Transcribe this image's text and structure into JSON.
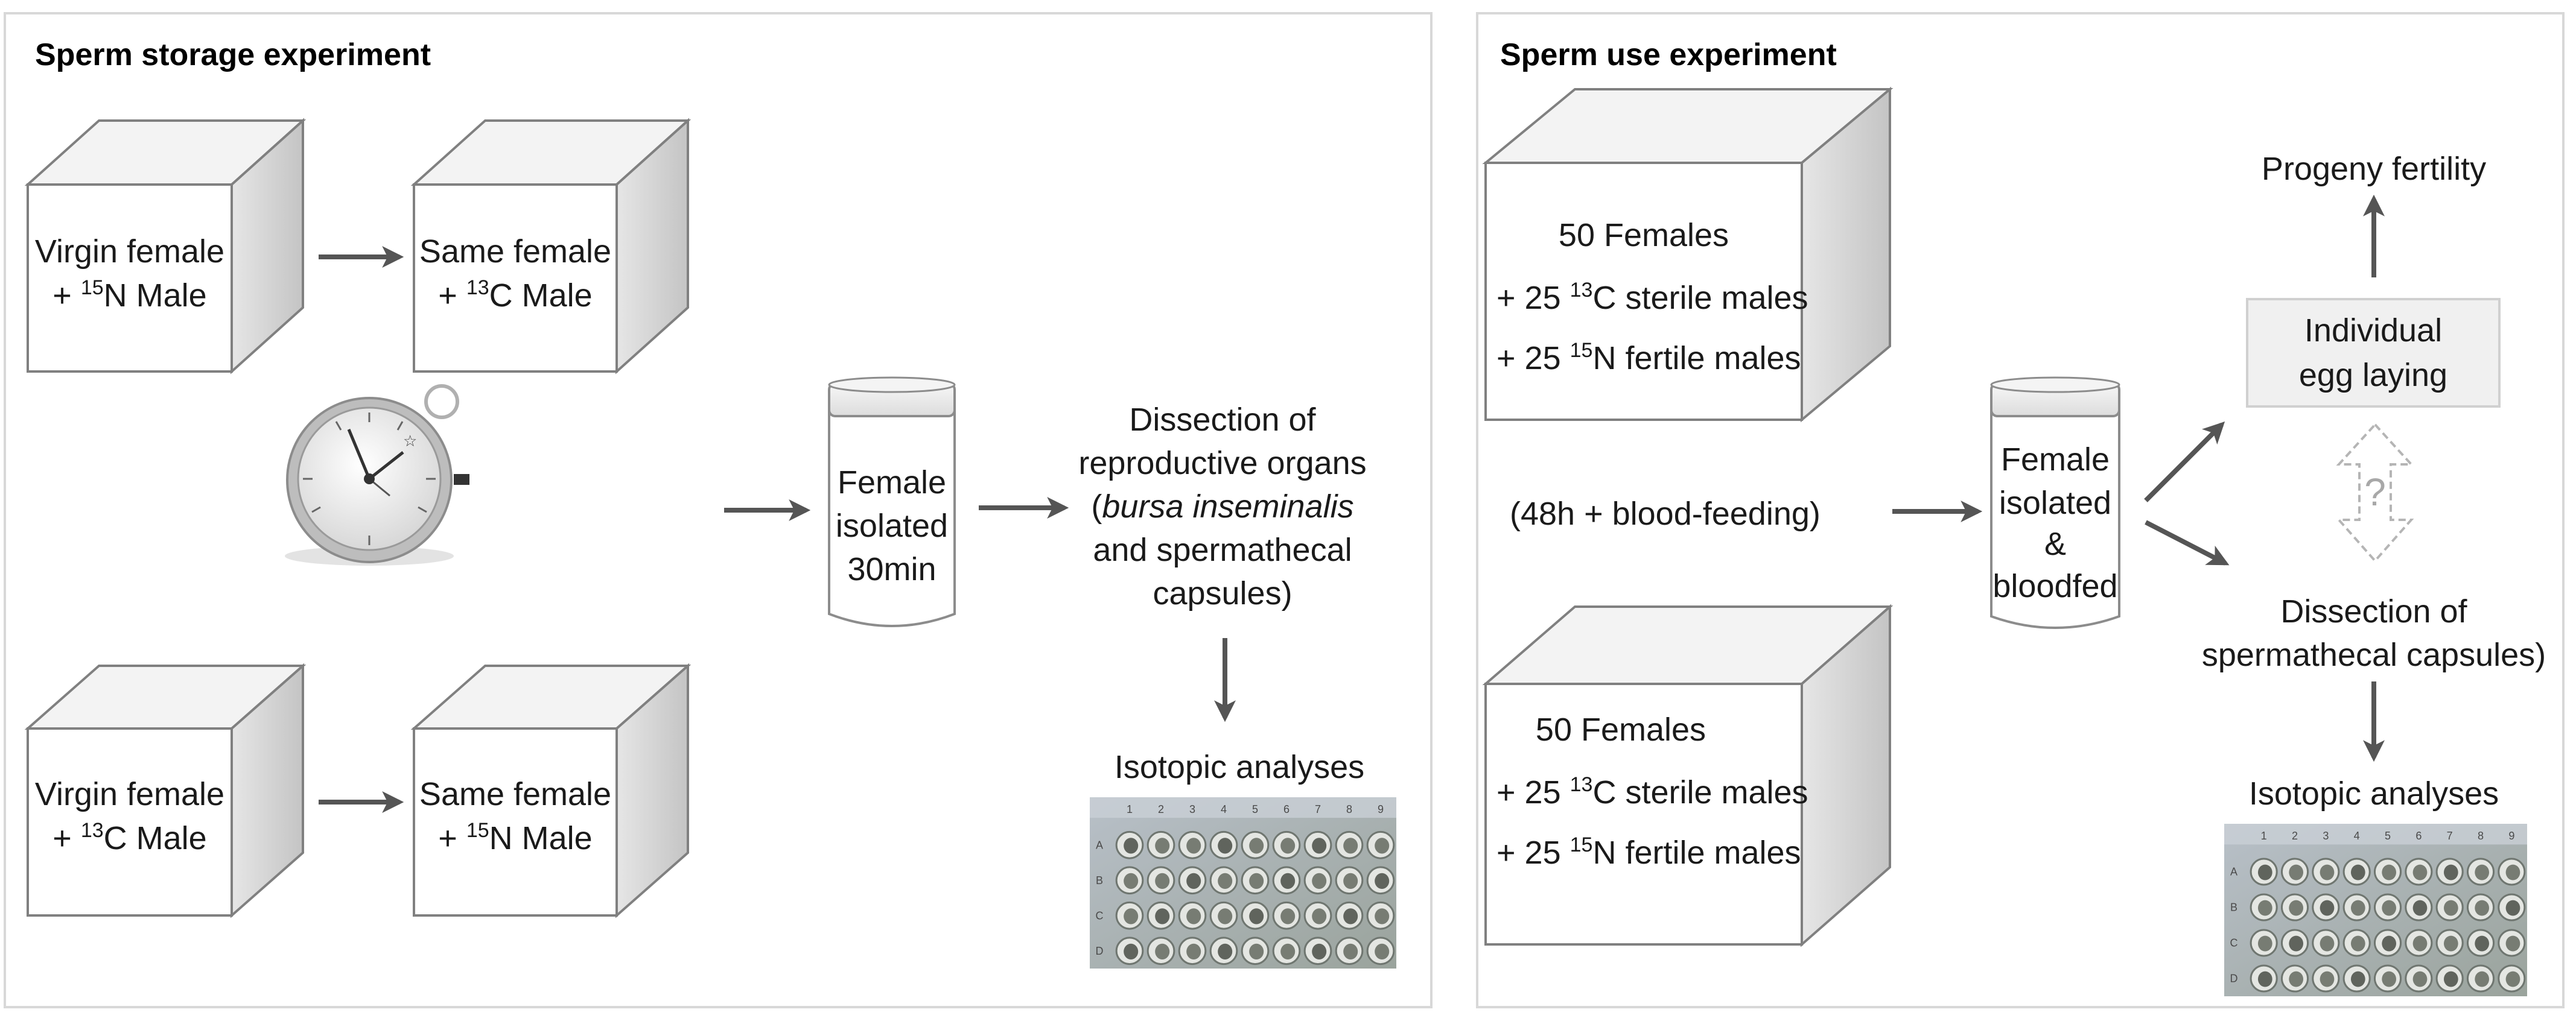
{
  "storage": {
    "title": "Sperm storage experiment",
    "box1": {
      "line1": "Virgin female",
      "line2_pre": "+ ",
      "line2_iso": "15",
      "line2_post": "N Male"
    },
    "box2": {
      "line1": "Same female",
      "line2_pre": "+ ",
      "line2_iso": "13",
      "line2_post": "C Male"
    },
    "box3": {
      "line1": "Virgin female",
      "line2_pre": "+ ",
      "line2_iso": "13",
      "line2_post": "C Male"
    },
    "box4": {
      "line1": "Same female",
      "line2_pre": "+ ",
      "line2_iso": "15",
      "line2_post": "N Male"
    },
    "tube": [
      "Female",
      "isolated",
      "30min"
    ],
    "dissection": {
      "line1": "Dissection of",
      "line2": "reproductive organs",
      "line3_open": "(",
      "line3_italic": "bursa inseminalis",
      "line4": "and spermathecal",
      "line5": "capsules)"
    },
    "isotopic": "Isotopic analyses"
  },
  "use": {
    "title": "Sperm use experiment",
    "box1": {
      "line1": "50 Females",
      "line2_pre": "+ 25  ",
      "line2_iso": "13",
      "line2_post": "C sterile males",
      "line3_pre": "+ 25  ",
      "line3_iso": "15",
      "line3_post": "N fertile males"
    },
    "feeding": "(48h + blood-feeding)",
    "box2": {
      "line1": "50 Females",
      "line2_pre": "+  25 ",
      "line2_iso": "13",
      "line2_post": "C sterile males",
      "line3_pre": "+ 25  ",
      "line3_iso": "15",
      "line3_post": "N fertile males"
    },
    "tube": [
      "Female",
      "isolated",
      "&",
      "bloodfed"
    ],
    "progeny": "Progeny fertility",
    "egg_laying": [
      "Individual",
      "egg laying"
    ],
    "question": "?",
    "dissection": [
      "Dissection of",
      "spermathecal capsules)"
    ],
    "isotopic": "Isotopic analyses"
  },
  "plate": {
    "columns": [
      "1",
      "2",
      "3",
      "4",
      "5",
      "6",
      "7",
      "8",
      "9"
    ],
    "rows": [
      "A",
      "B",
      "C",
      "D"
    ]
  }
}
